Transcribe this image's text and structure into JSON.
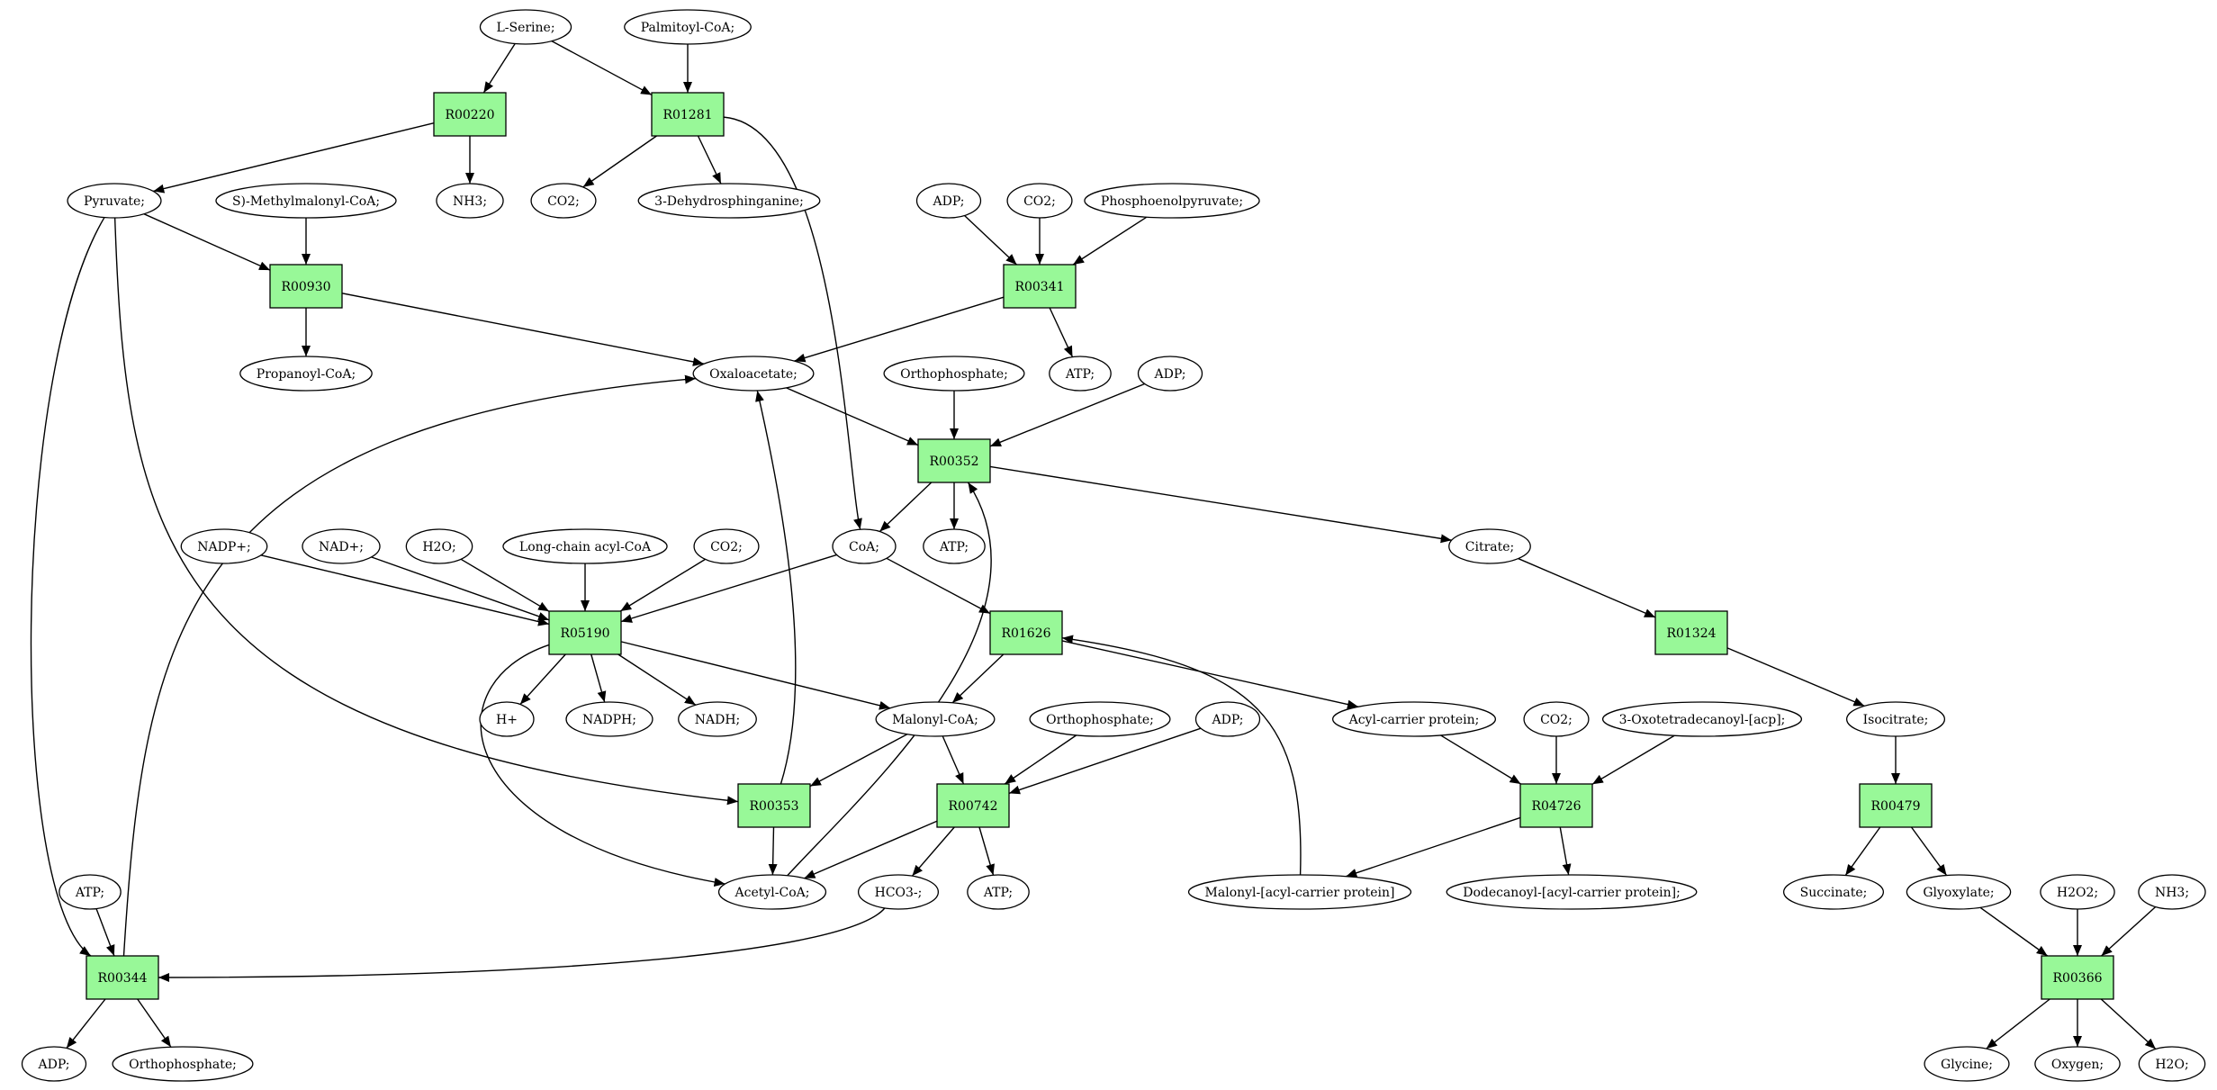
{
  "colors": {
    "reaction_fill": "#98f898",
    "source_fill": "#00ee00",
    "target_fill": "#ffff00",
    "compound_fill": "#ffffff"
  },
  "nodes": [
    {
      "id": "L-Serine",
      "label": "L-Serine;",
      "kind": "source"
    },
    {
      "id": "Palmitoyl-CoA",
      "label": "Palmitoyl-CoA;",
      "kind": "compound"
    },
    {
      "id": "R00220",
      "label": "R00220",
      "kind": "reaction"
    },
    {
      "id": "R01281",
      "label": "R01281",
      "kind": "reaction"
    },
    {
      "id": "Pyruvate",
      "label": "Pyruvate;",
      "kind": "compound"
    },
    {
      "id": "NH3_a",
      "label": "NH3;",
      "kind": "compound"
    },
    {
      "id": "CO2_a",
      "label": "CO2;",
      "kind": "compound"
    },
    {
      "id": "3-Dehydrosphinganine",
      "label": "3-Dehydrosphinganine;",
      "kind": "compound"
    },
    {
      "id": "S-Methylmalonyl-CoA",
      "label": "S)-Methylmalonyl-CoA;",
      "kind": "compound"
    },
    {
      "id": "ADP_a",
      "label": "ADP;",
      "kind": "compound"
    },
    {
      "id": "CO2_b",
      "label": "CO2;",
      "kind": "compound"
    },
    {
      "id": "Phosphoenolpyruvate",
      "label": "Phosphoenolpyruvate;",
      "kind": "compound"
    },
    {
      "id": "R00930",
      "label": "R00930",
      "kind": "reaction"
    },
    {
      "id": "R00341",
      "label": "R00341",
      "kind": "reaction"
    },
    {
      "id": "Propanoyl-CoA",
      "label": "Propanoyl-CoA;",
      "kind": "compound"
    },
    {
      "id": "Oxaloacetate",
      "label": "Oxaloacetate;",
      "kind": "compound"
    },
    {
      "id": "Orthophosphate_a",
      "label": "Orthophosphate;",
      "kind": "compound"
    },
    {
      "id": "ATP_a",
      "label": "ATP;",
      "kind": "compound"
    },
    {
      "id": "ADP_b",
      "label": "ADP;",
      "kind": "compound"
    },
    {
      "id": "R00352",
      "label": "R00352",
      "kind": "reaction"
    },
    {
      "id": "NADP+",
      "label": "NADP+;",
      "kind": "compound"
    },
    {
      "id": "NAD+",
      "label": "NAD+;",
      "kind": "compound"
    },
    {
      "id": "H2O_a",
      "label": "H2O;",
      "kind": "compound"
    },
    {
      "id": "Long-chain-acyl-CoA",
      "label": "Long-chain acyl-CoA",
      "kind": "compound"
    },
    {
      "id": "CO2_c",
      "label": "CO2;",
      "kind": "compound"
    },
    {
      "id": "CoA",
      "label": "CoA;",
      "kind": "compound"
    },
    {
      "id": "ATP_b",
      "label": "ATP;",
      "kind": "compound"
    },
    {
      "id": "Citrate",
      "label": "Citrate;",
      "kind": "compound"
    },
    {
      "id": "R05190",
      "label": "R05190",
      "kind": "reaction"
    },
    {
      "id": "R01626",
      "label": "R01626",
      "kind": "reaction"
    },
    {
      "id": "R01324",
      "label": "R01324",
      "kind": "reaction"
    },
    {
      "id": "H+",
      "label": "H+",
      "kind": "compound"
    },
    {
      "id": "NADPH",
      "label": "NADPH;",
      "kind": "compound"
    },
    {
      "id": "NADH",
      "label": "NADH;",
      "kind": "compound"
    },
    {
      "id": "Malonyl-CoA",
      "label": "Malonyl-CoA;",
      "kind": "compound"
    },
    {
      "id": "Orthophosphate_b",
      "label": "Orthophosphate;",
      "kind": "compound"
    },
    {
      "id": "ADP_c",
      "label": "ADP;",
      "kind": "compound"
    },
    {
      "id": "Acyl-carrier-protein",
      "label": "Acyl-carrier protein;",
      "kind": "compound"
    },
    {
      "id": "CO2_d",
      "label": "CO2;",
      "kind": "compound"
    },
    {
      "id": "3-Oxotetradecanoyl-acp",
      "label": "3-Oxotetradecanoyl-[acp];",
      "kind": "compound"
    },
    {
      "id": "Isocitrate",
      "label": "Isocitrate;",
      "kind": "compound"
    },
    {
      "id": "R00353",
      "label": "R00353",
      "kind": "reaction"
    },
    {
      "id": "R00742",
      "label": "R00742",
      "kind": "reaction"
    },
    {
      "id": "R04726",
      "label": "R04726",
      "kind": "reaction"
    },
    {
      "id": "R00479",
      "label": "R00479",
      "kind": "reaction"
    },
    {
      "id": "ATP_c",
      "label": "ATP;",
      "kind": "compound"
    },
    {
      "id": "Acetyl-CoA",
      "label": "Acetyl-CoA;",
      "kind": "compound"
    },
    {
      "id": "HCO3-",
      "label": "HCO3-;",
      "kind": "compound"
    },
    {
      "id": "ATP_d",
      "label": "ATP;",
      "kind": "compound"
    },
    {
      "id": "Malonyl-acp",
      "label": "Malonyl-[acyl-carrier protein]",
      "kind": "compound"
    },
    {
      "id": "Dodecanoyl-acp",
      "label": "Dodecanoyl-[acyl-carrier protein];",
      "kind": "compound"
    },
    {
      "id": "Succinate",
      "label": "Succinate;",
      "kind": "compound"
    },
    {
      "id": "Glyoxylate",
      "label": "Glyoxylate;",
      "kind": "compound"
    },
    {
      "id": "H2O2",
      "label": "H2O2;",
      "kind": "compound"
    },
    {
      "id": "NH3_b",
      "label": "NH3;",
      "kind": "compound"
    },
    {
      "id": "R00344",
      "label": "R00344",
      "kind": "reaction"
    },
    {
      "id": "R00366",
      "label": "R00366",
      "kind": "reaction"
    },
    {
      "id": "ADP_d",
      "label": "ADP;",
      "kind": "compound"
    },
    {
      "id": "Orthophosphate_c",
      "label": "Orthophosphate;",
      "kind": "compound"
    },
    {
      "id": "Glycine",
      "label": "Glycine;",
      "kind": "target"
    },
    {
      "id": "Oxygen",
      "label": "Oxygen;",
      "kind": "compound"
    },
    {
      "id": "H2O_b",
      "label": "H2O;",
      "kind": "compound"
    }
  ],
  "edges": [
    {
      "from": "L-Serine",
      "to": "R00220"
    },
    {
      "from": "L-Serine",
      "to": "R01281"
    },
    {
      "from": "Palmitoyl-CoA",
      "to": "R01281"
    },
    {
      "from": "R00220",
      "to": "Pyruvate"
    },
    {
      "from": "R00220",
      "to": "NH3_a"
    },
    {
      "from": "R01281",
      "to": "CO2_a"
    },
    {
      "from": "R01281",
      "to": "3-Dehydrosphinganine"
    },
    {
      "from": "R01281",
      "to": "CoA"
    },
    {
      "from": "Pyruvate",
      "to": "R00930"
    },
    {
      "from": "Pyruvate",
      "to": "R00344"
    },
    {
      "from": "Pyruvate",
      "to": "R00353"
    },
    {
      "from": "S-Methylmalonyl-CoA",
      "to": "R00930"
    },
    {
      "from": "R00930",
      "to": "Propanoyl-CoA"
    },
    {
      "from": "R00930",
      "to": "Oxaloacetate"
    },
    {
      "from": "ADP_a",
      "to": "R00341"
    },
    {
      "from": "CO2_b",
      "to": "R00341"
    },
    {
      "from": "Phosphoenolpyruvate",
      "to": "R00341"
    },
    {
      "from": "R00341",
      "to": "Oxaloacetate"
    },
    {
      "from": "R00341",
      "to": "ATP_a"
    },
    {
      "from": "Oxaloacetate",
      "to": "R00352"
    },
    {
      "from": "Orthophosphate_a",
      "to": "R00352"
    },
    {
      "from": "ADP_b",
      "to": "R00352"
    },
    {
      "from": "R00352",
      "to": "CoA"
    },
    {
      "from": "R00352",
      "to": "ATP_b"
    },
    {
      "from": "R00352",
      "to": "Citrate"
    },
    {
      "from": "NADP+",
      "to": "R05190"
    },
    {
      "from": "NAD+",
      "to": "R05190"
    },
    {
      "from": "H2O_a",
      "to": "R05190"
    },
    {
      "from": "Long-chain-acyl-CoA",
      "to": "R05190"
    },
    {
      "from": "CO2_c",
      "to": "R05190"
    },
    {
      "from": "CoA",
      "to": "R05190"
    },
    {
      "from": "CoA",
      "to": "R01626"
    },
    {
      "from": "Citrate",
      "to": "R01324"
    },
    {
      "from": "R05190",
      "to": "H+"
    },
    {
      "from": "R05190",
      "to": "NADPH"
    },
    {
      "from": "R05190",
      "to": "NADH"
    },
    {
      "from": "R05190",
      "to": "Malonyl-CoA"
    },
    {
      "from": "R05190",
      "to": "Acetyl-CoA"
    },
    {
      "from": "R01626",
      "to": "Malonyl-CoA"
    },
    {
      "from": "R01626",
      "to": "Acyl-carrier-protein"
    },
    {
      "from": "R01324",
      "to": "Isocitrate"
    },
    {
      "from": "Malonyl-CoA",
      "to": "R00353"
    },
    {
      "from": "Malonyl-CoA",
      "to": "R00742"
    },
    {
      "from": "Orthophosphate_b",
      "to": "R00742"
    },
    {
      "from": "ADP_c",
      "to": "R00742"
    },
    {
      "from": "Acyl-carrier-protein",
      "to": "R04726"
    },
    {
      "from": "CO2_d",
      "to": "R04726"
    },
    {
      "from": "3-Oxotetradecanoyl-acp",
      "to": "R04726"
    },
    {
      "from": "Isocitrate",
      "to": "R00479"
    },
    {
      "from": "R00353",
      "to": "Acetyl-CoA"
    },
    {
      "from": "R00353",
      "to": "Oxaloacetate"
    },
    {
      "from": "R00742",
      "to": "Acetyl-CoA"
    },
    {
      "from": "R00742",
      "to": "HCO3-"
    },
    {
      "from": "R00742",
      "to": "ATP_d"
    },
    {
      "from": "Acetyl-CoA",
      "to": "R00352"
    },
    {
      "from": "R04726",
      "to": "Malonyl-acp"
    },
    {
      "from": "R04726",
      "to": "Dodecanoyl-acp"
    },
    {
      "from": "Malonyl-acp",
      "to": "R01626"
    },
    {
      "from": "R00479",
      "to": "Succinate"
    },
    {
      "from": "R00479",
      "to": "Glyoxylate"
    },
    {
      "from": "ATP_c",
      "to": "R00344"
    },
    {
      "from": "HCO3-",
      "to": "R00344"
    },
    {
      "from": "R00344",
      "to": "Oxaloacetate"
    },
    {
      "from": "R00344",
      "to": "ADP_d"
    },
    {
      "from": "R00344",
      "to": "Orthophosphate_c"
    },
    {
      "from": "Glyoxylate",
      "to": "R00366"
    },
    {
      "from": "H2O2",
      "to": "R00366"
    },
    {
      "from": "NH3_b",
      "to": "R00366"
    },
    {
      "from": "R00366",
      "to": "Glycine"
    },
    {
      "from": "R00366",
      "to": "Oxygen"
    },
    {
      "from": "R00366",
      "to": "H2O_b"
    }
  ]
}
